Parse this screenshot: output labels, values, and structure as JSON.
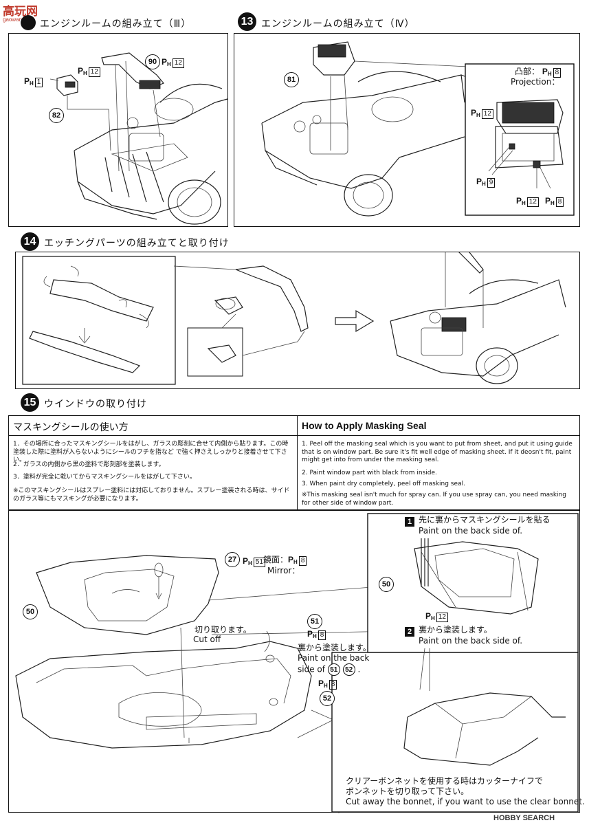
{
  "watermark_top": {
    "text": "高玩网",
    "sub": "gaowan.com"
  },
  "watermark_bottom": "HOBBY SEARCH",
  "step12": {
    "title": "エンジンルームの組み立て（Ⅲ）",
    "ref90": "90",
    "ref82": "82",
    "ph_a": "12",
    "ph_b": "1",
    "ph_c": "12"
  },
  "step13": {
    "number": "13",
    "title": "エンジンルームの組み立て（Ⅳ）",
    "ref81": "81",
    "projection_jp": "凸部：",
    "projection_en": "Projection：",
    "ph_a": "8",
    "ph_b": "12",
    "ph_c": "9",
    "ph_d": "12",
    "ph_e": "8"
  },
  "step14": {
    "number": "14",
    "title": "エッチングパーツの組み立てと取り付け"
  },
  "step15": {
    "number": "15",
    "title": "ウインドウの取り付け"
  },
  "masking": {
    "jp_title": "マスキングシールの使い方",
    "jp_1": "1．その場所に合ったマスキングシールをはがし、ガラスの彫刻に合せて内側から貼ります。この時塗装した際に塗料が入らないようにシールのフチを指など で強く押さえしっかりと接着させて下さい。",
    "jp_2": "2．ガラスの内側から黒の塗料で彫刻部を塗装します。",
    "jp_3": "3．塗料が完全に乾いてからマスキングシールをはがして下さい。",
    "jp_note": "※このマスキングシールはスプレー塗料には対応しておりません。スプレー塗装される時は、サイドのガラス等にもマスキングが必要になります。",
    "en_title": "How to Apply Masking Seal",
    "en_1": "1. Peel off the masking seal which is you want to put from sheet, and put it using guide that is on window part. Be sure it's fit well edge of masking sheet. If it deosn't fit, paint might get into from under the masking seal.",
    "en_2": "2. Paint window part with black from inside.",
    "en_3": "3. When paint dry completely, peel off masking seal.",
    "en_note": "※This masking seal isn't much for spray can. If you use spray can, you need masking for other side of window part."
  },
  "window": {
    "ref27": "27",
    "ph27": "51",
    "mirror_jp": "鏡面：",
    "ph_mirror": "8",
    "mirror_en": "Mirror：",
    "ref50": "50",
    "ref51": "51",
    "ph51": "8",
    "ref52": "52",
    "ph52": "8",
    "cut_jp": "切り取ります。",
    "cut_en": "Cut off",
    "paint_jp": "裏から塗装します。",
    "paint_en1": "Paint on the back",
    "paint_en2": "side of",
    "paint_refs": [
      "51",
      "52"
    ]
  },
  "inset1": {
    "num1": "1",
    "step1_jp": "先に裏からマスキングシールを貼る",
    "step1_en": "Paint on the back side of.",
    "ref50": "50",
    "ph": "12",
    "num2": "2",
    "step2_jp": "裏から塗装します。",
    "step2_en": "Paint on the back side of."
  },
  "inset2": {
    "jp_1": "クリアーボンネットを使用する時はカッターナイフで",
    "jp_2": "ボンネットを切り取って下さい。",
    "en": "Cut away the bonnet, if you want to use the clear bonnet."
  }
}
